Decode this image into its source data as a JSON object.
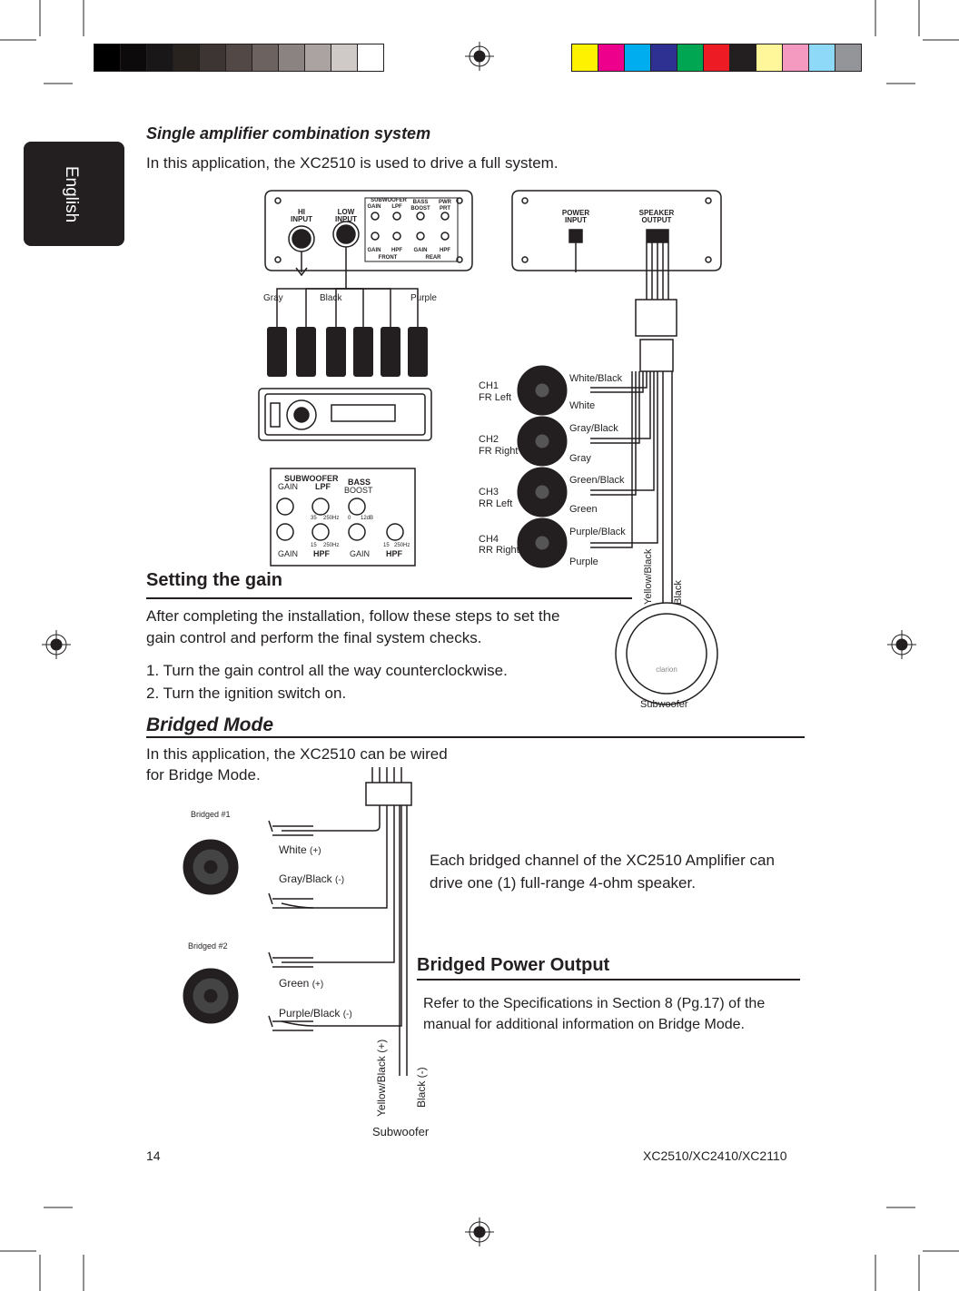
{
  "side_tab": {
    "label": "English"
  },
  "colors": {
    "gray_bar": [
      "#000000",
      "#0c0a0b",
      "#1a1718",
      "#29231f",
      "#3d3533",
      "#524845",
      "#6c6361",
      "#8a8381",
      "#aaa3a2",
      "#cfc9c8",
      "#ffffff"
    ],
    "color_bar": [
      "#fff200",
      "#ec008c",
      "#00aeef",
      "#2e3192",
      "#00a651",
      "#ed1c24",
      "#231f20",
      "#fff799",
      "#f49ac1",
      "#8ed8f8",
      "#939598"
    ]
  },
  "section1": {
    "title": "Single amplifier combination system",
    "intro": "In this application, the XC2510 is used to drive a full system."
  },
  "diagram1": {
    "amp_left_labels": {
      "hi": "HI",
      "hi2": "INPUT",
      "low": "LOW",
      "low2": "INPUT",
      "subwoofer": "SUBWOOFER",
      "gain": "GAIN",
      "lpf": "LPF",
      "bass": "BASS",
      "boost": "BOOST",
      "pwr": "PWR",
      "prt": "PRT",
      "hpf": "HPF",
      "front": "FRONT",
      "rear": "REAR"
    },
    "amp_right_labels": {
      "power": "POWER",
      "input": "INPUT",
      "speaker": "SPEAKER",
      "output": "OUTPUT"
    },
    "cable_colors": {
      "gray": "Gray",
      "black": "Black",
      "purple": "Purple"
    },
    "panel": {
      "subwoofer": "SUBWOOFER",
      "gain": "GAIN",
      "lpf": "LPF",
      "bass": "BASS",
      "boost": "BOOST",
      "t1": "35",
      "t2": "250Hz",
      "t3": "0",
      "t4": "12dB",
      "t5": "15",
      "t6": "250Hz",
      "t7": "15",
      "t8": "250Hz",
      "gain2": "GAIN",
      "hpf": "HPF",
      "gain3": "GAIN",
      "hpf2": "HPF"
    },
    "channels": [
      {
        "ch": "CH1",
        "pos": "FR Left",
        "wire1": "White/Black",
        "wire2": "White"
      },
      {
        "ch": "CH2",
        "pos": "FR Right",
        "wire1": "Gray/Black",
        "wire2": "Gray"
      },
      {
        "ch": "CH3",
        "pos": "RR Left",
        "wire1": "Green/Black",
        "wire2": "Green"
      },
      {
        "ch": "CH4",
        "pos": "RR Right",
        "wire1": "Purple/Black",
        "wire2": "Purple"
      }
    ],
    "sub_wire1": "Yellow/Black",
    "sub_wire2": "Black",
    "sub_brand": "clarion",
    "sub_label": "Subwoofer"
  },
  "gain_section": {
    "title": "Setting the gain",
    "para_line1": "After completing the installation, follow these steps to set the",
    "para_line2": "gain control and perform the final system checks.",
    "step1": "1. Turn the gain control all the way counterclockwise.",
    "step2": "2. Turn the ignition switch on."
  },
  "bridged_section": {
    "title": "Bridged Mode",
    "intro_line1": "In this application, the XC2510 can be wired",
    "intro_line2": "for Bridge Mode.",
    "bridged1": "Bridged #1",
    "bridged2": "Bridged #2",
    "wire_white": "White",
    "wire_white_pol": "(+)",
    "wire_grayblack": "Gray/Black",
    "wire_grayblack_pol": "(-)",
    "wire_green": "Green",
    "wire_green_pol": "(+)",
    "wire_purpleblack": "Purple/Black",
    "wire_purpleblack_pol": "(-)",
    "wire_yellowblack": "Yellow/Black (+)",
    "wire_black": "Black (-)",
    "sub_label": "Subwoofer",
    "desc_line1": "Each bridged channel of the XC2510 Amplifier can",
    "desc_line2": "drive one (1) full-range  4-ohm speaker."
  },
  "power_output": {
    "title": "Bridged Power Output",
    "line1": "Refer to the Specifications in Section 8 (Pg.17) of the",
    "line2": "manual for additional information on Bridge Mode."
  },
  "footer": {
    "page": "14",
    "models": "XC2510/XC2410/XC2110"
  }
}
